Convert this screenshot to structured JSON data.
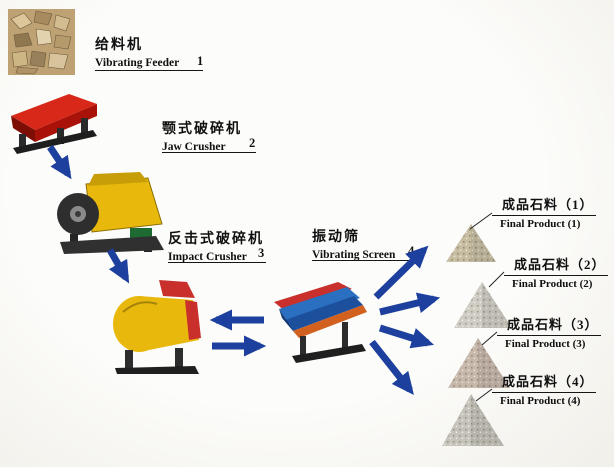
{
  "stations": [
    {
      "zh": "给料机",
      "en": "Vibrating Feeder",
      "num": "1"
    },
    {
      "zh": "颚式破碎机",
      "en": "Jaw Crusher",
      "num": "2"
    },
    {
      "zh": "反击式破碎机",
      "en": "Impact Crusher",
      "num": "3"
    },
    {
      "zh": "振动筛",
      "en": "Vibrating Screen",
      "num": "4"
    }
  ],
  "products": [
    {
      "zh": "成品石料（1）",
      "en": "Final Product (1)"
    },
    {
      "zh": "成品石料（2）",
      "en": "Final Product (2)"
    },
    {
      "zh": "成品石料（3）",
      "en": "Final Product (3)"
    },
    {
      "zh": "成品石料（4）",
      "en": "Final Product (4)"
    }
  ],
  "colors": {
    "arrow_blue": "#1d3f9e",
    "feeder_red": "#d8281a",
    "crusher_yellow": "#e8b90c",
    "screen_blue": "#2b6fc0",
    "accent_red": "#c9302b",
    "background": "#f6f5f1"
  }
}
